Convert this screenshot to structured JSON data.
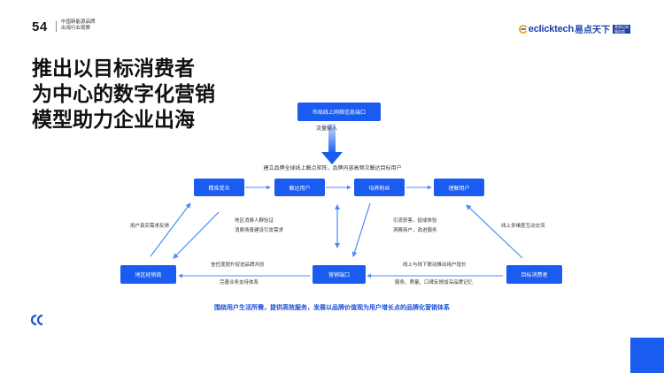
{
  "header": {
    "page_number": "54",
    "report_title_line1": "中国新能源品牌",
    "report_title_line2": "出海行业观察",
    "brand_name": "eclicktech",
    "brand_cn": "易点天下",
    "brand_badge_line1": "营销出海",
    "brand_badge_line2": "服务商",
    "brand_icon": "e-swirl-icon"
  },
  "headline": {
    "line1": "推出以目标消费者",
    "line2": "为中心的数字化营销",
    "line3": "模型助力企业出海"
  },
  "diagram": {
    "top_node": "布局线上网络信息端口",
    "traffic_label": "流量输入",
    "brand_label": "建立品牌全球线上触点矩阵，品牌内容高频次触达目标用户",
    "row1": [
      "精准受众",
      "触达用户",
      "培养粉丝",
      "理解用户"
    ],
    "bottom_nodes": {
      "left": "地区经销商",
      "center": "营销端口",
      "right": "目标消费者"
    },
    "labels": {
      "user_feedback": "用户真实需求反馈",
      "region_verify_1": "地区消费人群验证",
      "region_verify_2": "消费场景建设引发需求",
      "traffic_1": "引流获客，促成体验",
      "traffic_2": "洞察用户，改进服务",
      "online_interact": "线上多维度互动交流",
      "trust_1": "信任度提升促进品牌共创",
      "trust_2": "完善业务支持体系",
      "offline_1": "线上与线下联动推动用户增长",
      "offline_2": "服务、质量、口碑反馈加深品牌记忆"
    },
    "footer": "围绕用户生活所需，提供高效服务，发展以品牌价值观为用户增长点的品牌化营销体系"
  },
  "colors": {
    "node_blue": "#1a5bf0",
    "arrow_blue": "#4a8cf5",
    "footer_blue": "#1a4fd8",
    "brand_blue": "#1d3fa8"
  }
}
